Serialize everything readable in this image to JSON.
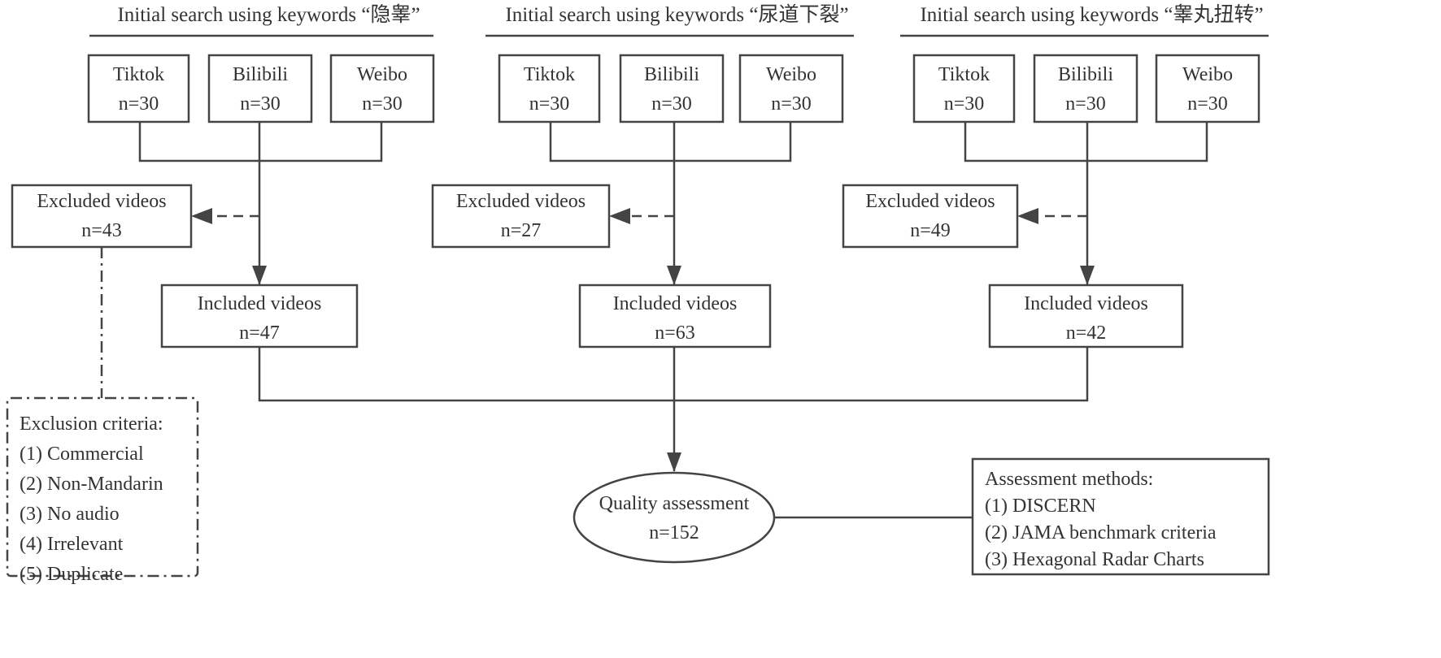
{
  "columns": [
    {
      "heading": "Initial search using keywords “隐睾”",
      "sources": [
        {
          "name": "Tiktok",
          "count": "n=30"
        },
        {
          "name": "Bilibili",
          "count": "n=30"
        },
        {
          "name": "Weibo",
          "count": "n=30"
        }
      ],
      "excluded": {
        "label": "Excluded videos",
        "count": "n=43"
      },
      "included": {
        "label": "Included videos",
        "count": "n=47"
      }
    },
    {
      "heading": "Initial search using keywords “尿道下裂”",
      "sources": [
        {
          "name": "Tiktok",
          "count": "n=30"
        },
        {
          "name": "Bilibili",
          "count": "n=30"
        },
        {
          "name": "Weibo",
          "count": "n=30"
        }
      ],
      "excluded": {
        "label": "Excluded videos",
        "count": "n=27"
      },
      "included": {
        "label": "Included videos",
        "count": "n=63"
      }
    },
    {
      "heading": "Initial search using keywords “睾丸扭转”",
      "sources": [
        {
          "name": "Tiktok",
          "count": "n=30"
        },
        {
          "name": "Bilibili",
          "count": "n=30"
        },
        {
          "name": "Weibo",
          "count": "n=30"
        }
      ],
      "excluded": {
        "label": "Excluded videos",
        "count": "n=49"
      },
      "included": {
        "label": "Included videos",
        "count": "n=42"
      }
    }
  ],
  "exclusion_criteria": {
    "title": "Exclusion criteria:",
    "items": [
      "(1) Commercial",
      "(2) Non-Mandarin",
      "(3) No audio",
      "(4) Irrelevant",
      "(5) Duplicate"
    ]
  },
  "quality": {
    "label": "Quality assessment",
    "count": "n=152"
  },
  "assessment_methods": {
    "title": "Assessment methods:",
    "items": [
      "(1) DISCERN",
      "(2) JAMA benchmark criteria",
      "(3) Hexagonal Radar Charts"
    ]
  },
  "colors": {
    "line": "#444444",
    "text": "#333333",
    "background": "#ffffff"
  }
}
